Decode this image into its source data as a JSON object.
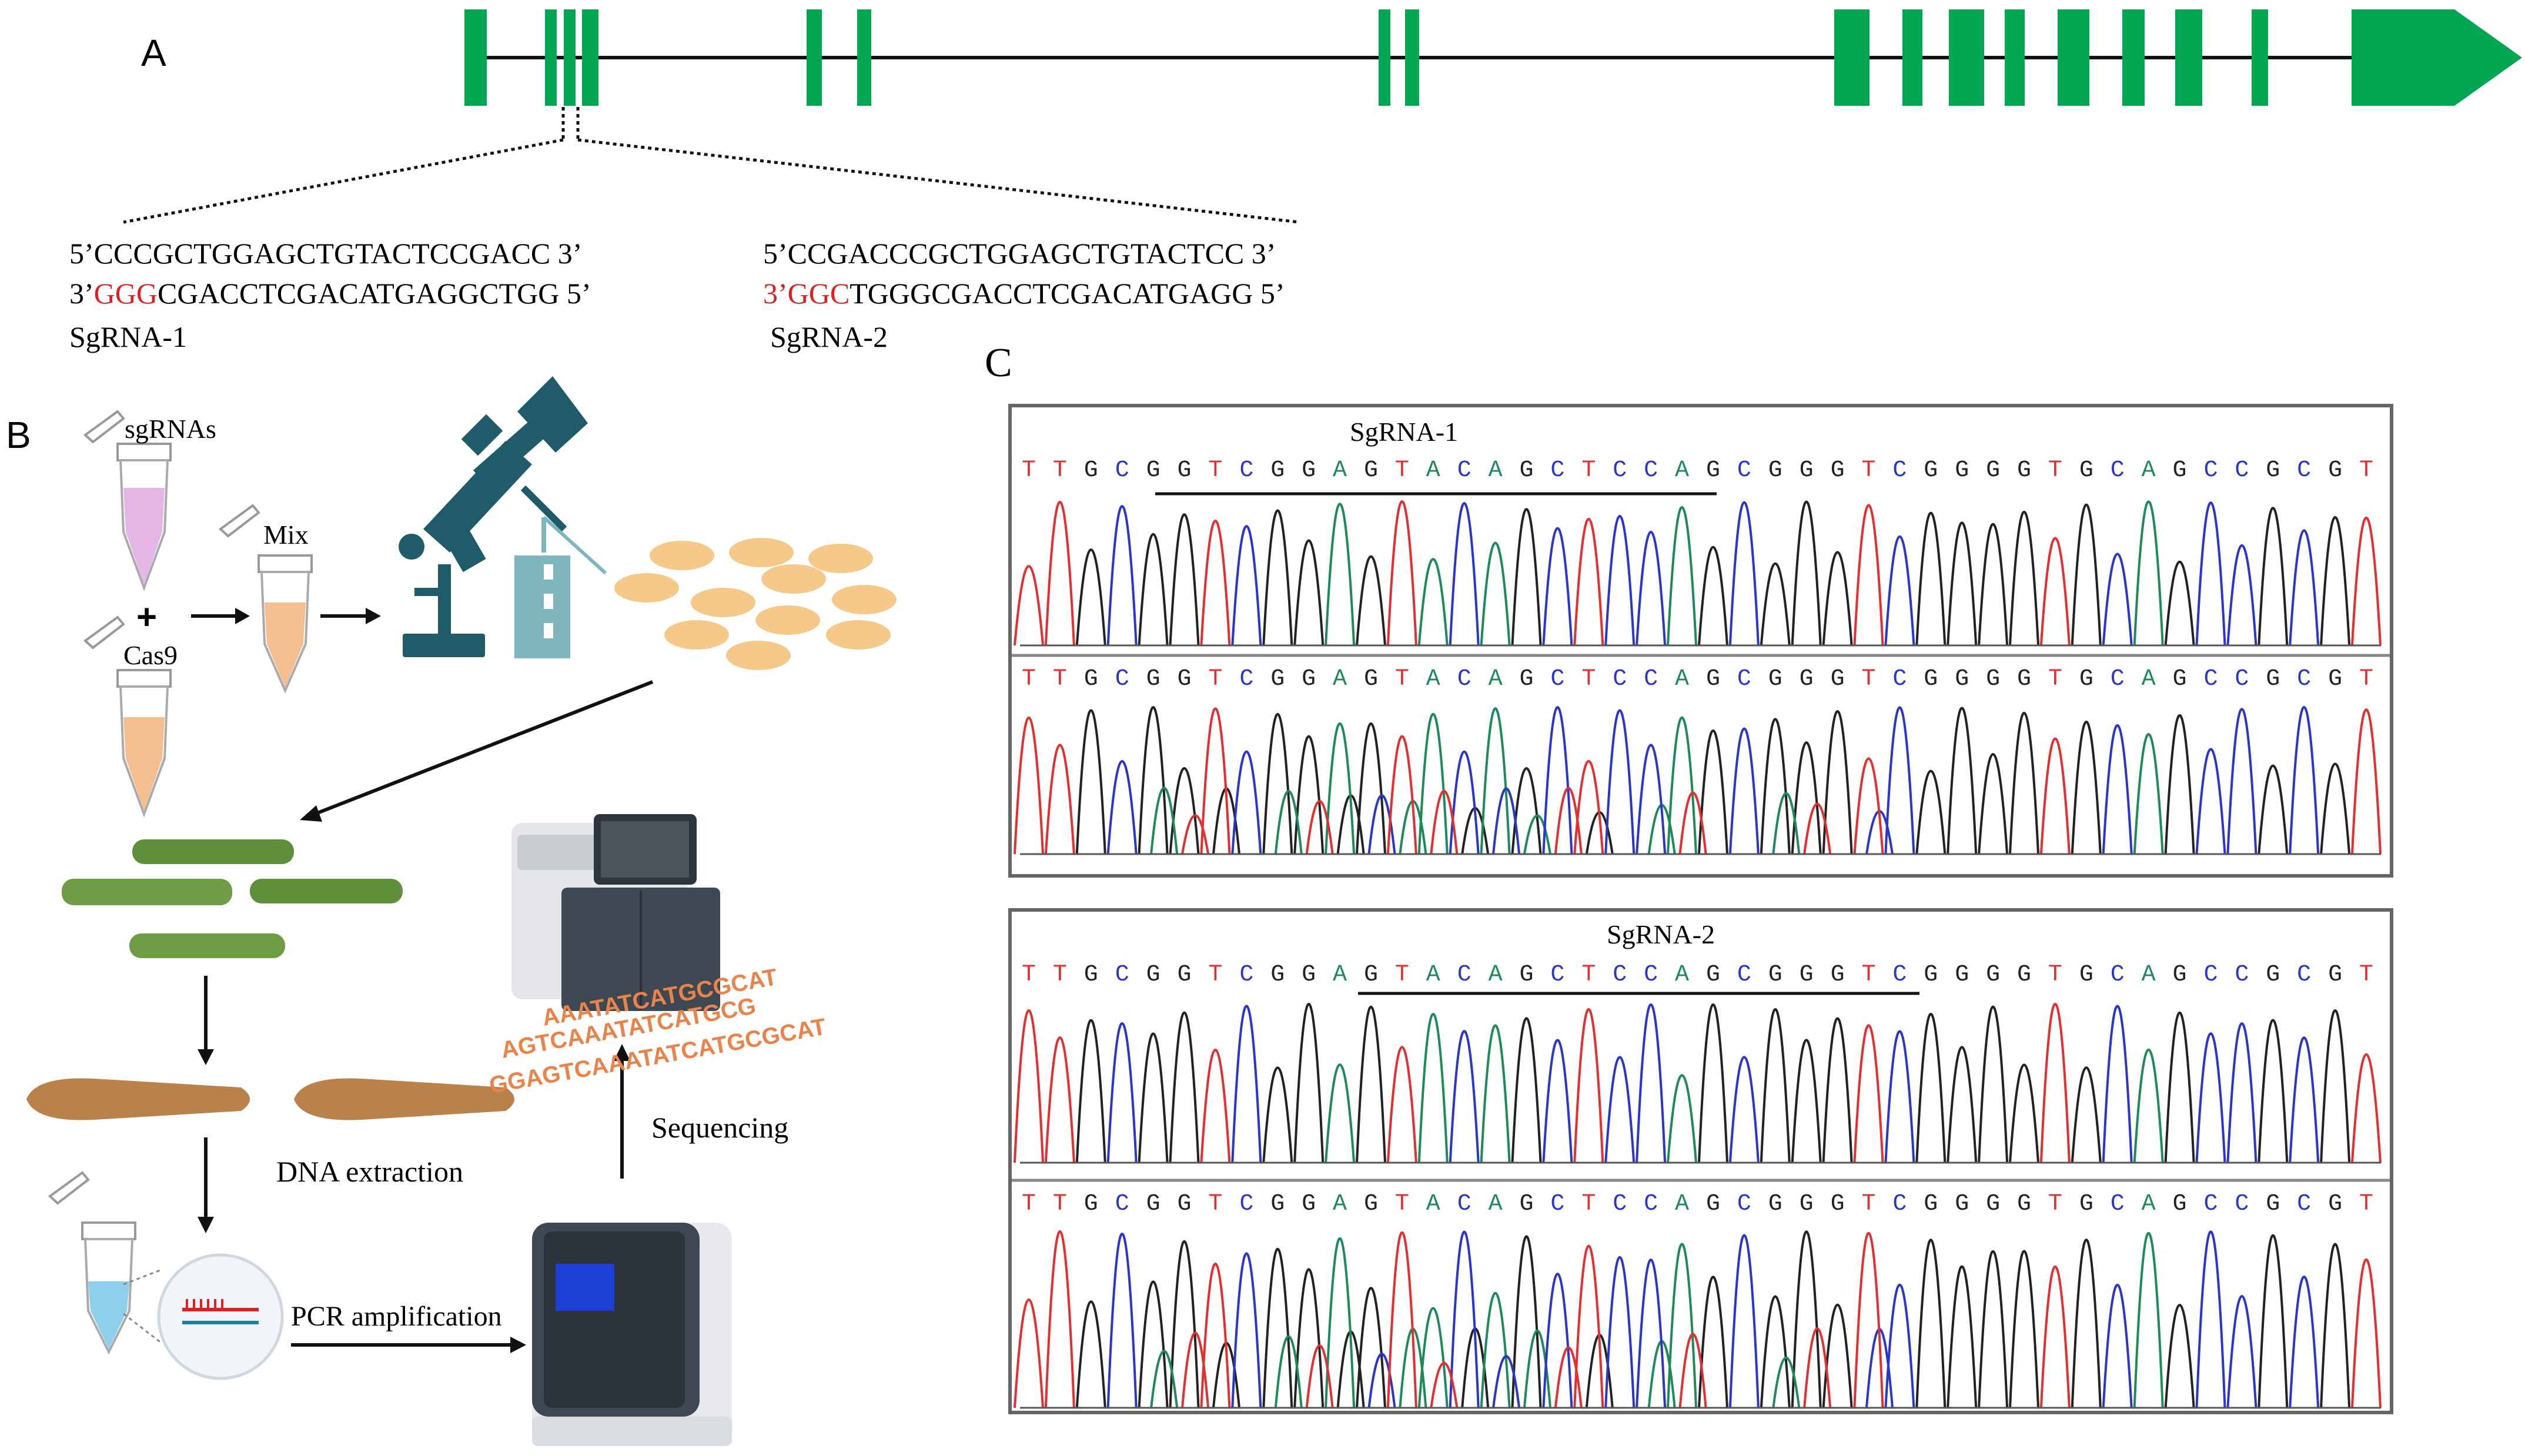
{
  "panels": {
    "a": "A",
    "b": "B",
    "c": "C"
  },
  "sgrna1": {
    "line1": "5’CCCGCTGGAGCTGTACTCCGACC 3’",
    "line2_prefix": "3’",
    "line2_pam": "GGG",
    "line2_rest": "CGACCTCGACATGAGGCTGG 5’",
    "label": "SgRNA-1"
  },
  "sgrna2": {
    "line1": "5’CCGACCCGCTGGAGCTGTACTCC 3’",
    "line2_pam": "3’GGC",
    "line2_rest": "TGGGCGACCTCGACATGAGG 5’",
    "label": "SgRNA-2"
  },
  "workflow": {
    "sgrnas": "sgRNAs",
    "plus": "+",
    "cas9": "Cas9",
    "mix": "Mix",
    "dna_extraction": "DNA extraction",
    "pcr": "PCR amplification",
    "sequencing": "Sequencing",
    "seq_line1": "AAATATCATGCGCAT",
    "seq_line2": "AGTCAAATATCATGCG",
    "seq_line3": "GGAGTCAAATATCATGCGCAT"
  },
  "chromatograms": {
    "group1_label": "SgRNA-1",
    "group2_label": "SgRNA-2",
    "sequence": "TTGCGGTCGGAGTACAGCTCCAGCGGGTCGGGGTGCAGCCGCGT"
  },
  "colors": {
    "exon": "#00A651",
    "pam": "#E02020",
    "base_A": "#1e8a5a",
    "base_C": "#2b36c8",
    "base_G": "#222222",
    "base_T": "#e03030",
    "tube_pink": "#E3B6E6",
    "tube_orange": "#F5BE8E",
    "tube_blue": "#8ECFEB",
    "embryo": "#F5C98A",
    "microscope": "#1F5B68",
    "instrument": "#3E4852",
    "larva": "#5F8F3A",
    "pupa": "#B8824A",
    "screen": "#1E3FD6"
  }
}
